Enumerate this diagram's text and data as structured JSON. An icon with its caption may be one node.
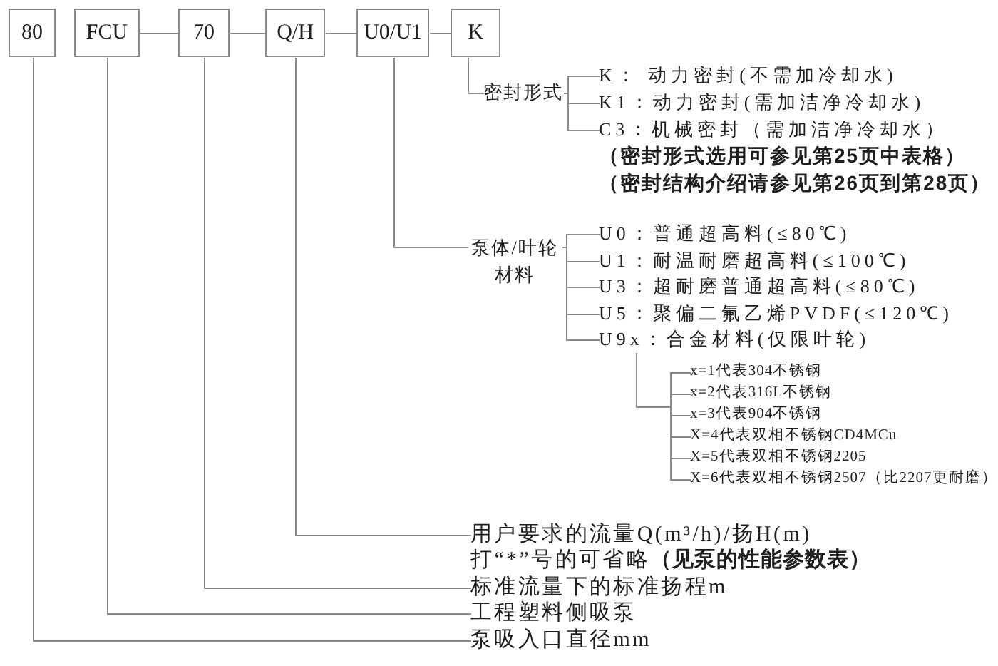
{
  "diagram": {
    "nodes": [
      {
        "text": [
          "80"
        ]
      },
      {
        "text": [
          "FCU"
        ]
      },
      {
        "text": [
          "70"
        ]
      },
      {
        "text": [
          "Q/H"
        ]
      },
      {
        "text": [
          "U0/U1"
        ]
      },
      {
        "text": [
          "K"
        ]
      },
      {
        "text": [
          "密封形式"
        ]
      },
      {
        "text": [
          "K： 动力密封(不需加冷却水)"
        ]
      },
      {
        "text": [
          "K1：动力密封(需加洁净冷却水)"
        ]
      },
      {
        "text": [
          "C3：机械密封（需加洁净冷却水）"
        ]
      },
      {
        "text": [
          "泵体/叶轮材料"
        ]
      },
      {
        "text": [
          "U0：普通超高料(≤80℃)"
        ]
      },
      {
        "text": [
          "U1：耐温耐磨超高料(≤100℃)"
        ]
      },
      {
        "text": [
          "U3：超耐磨普通超高料(≤80℃)"
        ]
      },
      {
        "text": [
          "U5：聚偏二氟乙烯PVDF(≤120℃)"
        ]
      },
      {
        "text": [
          "U9x：合金材料(仅限叶轮)"
        ]
      },
      {
        "text": [
          "x=1代表304不锈钢"
        ]
      },
      {
        "text": [
          "x=2代表316L不锈钢"
        ]
      },
      {
        "text": [
          "x=3代表904不锈钢"
        ]
      },
      {
        "text": [
          "X=4代表双相不锈钢CD4MCu"
        ]
      },
      {
        "text": [
          "X=5代表双相不锈钢2205"
        ]
      },
      {
        "text": [
          "X=6代表双相不锈钢2507（比2207更耐磨）"
        ]
      },
      {
        "text": [
          "用户要求的流量Q(m³/h)/扬H(m)"
        ]
      },
      {
        "text": [
          "标准流量下的标准扬程m"
        ]
      },
      {
        "text": [
          "工程塑料侧吸泵"
        ]
      },
      {
        "text": [
          "泵吸入口直径mm"
        ]
      }
    ],
    "edges": [
      {
        "from": 1,
        "to": 2,
        "arrow": "none"
      },
      {
        "from": 2,
        "to": 3,
        "arrow": "none"
      },
      {
        "from": 3,
        "to": 4,
        "arrow": "none"
      },
      {
        "from": 4,
        "to": 5,
        "arrow": "none"
      },
      {
        "from": 5,
        "to": 6,
        "arrow": "none"
      },
      {
        "from": 6,
        "to": 7,
        "arrow": "none"
      },
      {
        "from": 6,
        "to": 8,
        "arrow": "none"
      },
      {
        "from": 6,
        "to": 9,
        "arrow": "none"
      },
      {
        "from": 4,
        "to": 10,
        "arrow": "none"
      },
      {
        "from": 10,
        "to": 11,
        "arrow": "none"
      },
      {
        "from": 10,
        "to": 12,
        "arrow": "none"
      },
      {
        "from": 10,
        "to": 13,
        "arrow": "none"
      },
      {
        "from": 10,
        "to": 14,
        "arrow": "none"
      },
      {
        "from": 10,
        "to": 15,
        "arrow": "none"
      },
      {
        "from": 15,
        "to": 16,
        "arrow": "none"
      },
      {
        "from": 15,
        "to": 17,
        "arrow": "none"
      },
      {
        "from": 15,
        "to": 18,
        "arrow": "none"
      },
      {
        "from": 15,
        "to": 19,
        "arrow": "none"
      },
      {
        "from": 15,
        "to": 20,
        "arrow": "none"
      },
      {
        "from": 15,
        "to": 21,
        "arrow": "none"
      },
      {
        "from": 3,
        "to": 22,
        "arrow": "none"
      },
      {
        "from": 2,
        "to": 23,
        "arrow": "none"
      },
      {
        "from": 1,
        "to": 24,
        "arrow": "none"
      },
      {
        "from": 0,
        "to": 25,
        "arrow": "none"
      }
    ],
    "labels": [
      "（密封形式选用可参见第25页中表格）",
      "（密封结构介绍请参见第26页到第28页）",
      "打“*”号的可省略**（见泵的性能参数表）**"
    ]
  }
}
